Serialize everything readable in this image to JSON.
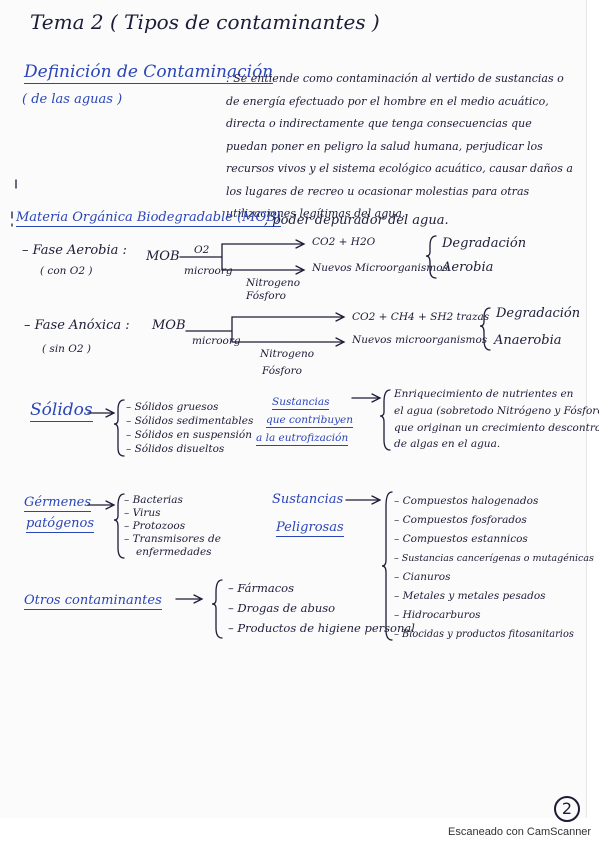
{
  "title": "Tema 2 ( Tipos de contaminantes )",
  "definicion": {
    "heading": "Definición de Contaminación",
    "subheading": "( de las aguas )",
    "text": ": Se entiende como contaminación al vertido de sustancias o de energía efectuado por el hombre en el medio acuático, directa o indirectamente que tenga consecuencias que puedan poner en peligro la salud humana, perjudicar los recursos vivos y el sistema ecológico acuático, causar daños a los lugares de recreo u ocasionar molestias para otras utilizaciones legítimas del agua."
  },
  "mob": {
    "heading": "Materia Orgánica Biodegradable (MOB)",
    "tail": ", poder depurador del agua.",
    "aerobia": {
      "label": "– Fase Aerobia :",
      "sub": "( con O2 )",
      "mob": "MOB",
      "o2": "O2",
      "micro": "microorg",
      "out1": "CO2 + H2O",
      "out2": "Nuevos Microorganismos",
      "nutrients1": "Nitrogeno",
      "nutrients2": "Fósforo",
      "result1": "Degradación",
      "result2": "Aerobia"
    },
    "anoxica": {
      "label": "– Fase Anóxica :",
      "sub": "( sin O2 )",
      "mob": "MOB",
      "micro": "microorg",
      "out1": "CO2 + CH4 + SH2 trazas",
      "out2": "Nuevos microorganismos",
      "nutrients1": "Nitrogeno",
      "nutrients2": "Fósforo",
      "result1": "Degradación",
      "result2": "Anaerobia"
    }
  },
  "solidos": {
    "heading": "Sólidos",
    "items": [
      "– Sólidos gruesos",
      "– Sólidos sedimentables",
      "– Sólidos en suspensión",
      "– Sólidos disueltos"
    ]
  },
  "eutrofizacion": {
    "heading1": "Sustancias",
    "heading2": "que contribuyen",
    "heading3": "a la eutrofización",
    "text1": "Enriquecimiento de nutrientes en",
    "text2": "el agua (sobretodo Nitrógeno y Fósforo),",
    "text3": "que originan un crecimiento descontrolado",
    "text4": "de algas en el agua."
  },
  "germenes": {
    "heading1": "Gérmenes",
    "heading2": "patógenos",
    "items": [
      "– Bacterias",
      "– Virus",
      "– Protozoos",
      "– Transmisores de",
      "enfermedades"
    ]
  },
  "peligrosas": {
    "heading1": "Sustancias",
    "heading2": "Peligrosas",
    "items": [
      "– Compuestos halogenados",
      "– Compuestos fosforados",
      "– Compuestos estannicos",
      "– Sustancias cancerígenas o mutagénicas",
      "– Cianuros",
      "– Metales y metales pesados",
      "– Hidrocarburos",
      "– Biocidas y productos fitosanitarios"
    ]
  },
  "otros": {
    "heading": "Otros contaminantes",
    "items": [
      "– Fármacos",
      "– Drogas de abuso",
      "– Productos de higiene personal"
    ]
  },
  "page_number": "2",
  "footer": "Escaneado con CamScanner"
}
